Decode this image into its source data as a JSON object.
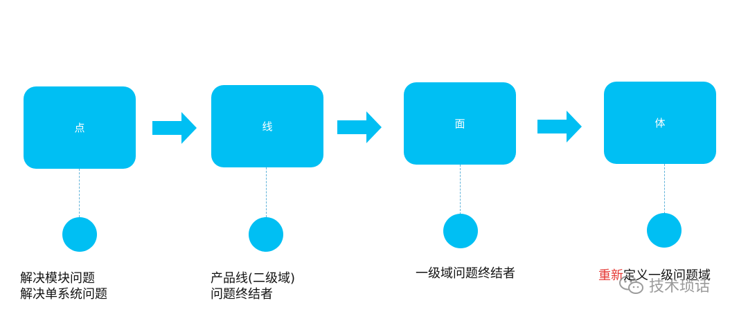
{
  "stages": [
    {
      "title": "点",
      "caption_lines": [
        "解决模块问题",
        "解决单系统问题"
      ]
    },
    {
      "title": "线",
      "caption_lines": [
        "产品线(二级域)",
        "问题终结者"
      ]
    },
    {
      "title": "面",
      "caption_lines": [
        "一级域问题终结者"
      ]
    },
    {
      "title": "体",
      "caption_highlight": "重新",
      "caption_rest": "定义一级问题域"
    }
  ],
  "watermark": {
    "text": "技术琐话",
    "icon": "wechat-icon"
  },
  "colors": {
    "accent": "#00bff3",
    "highlight": "#e53935",
    "text": "#111111"
  }
}
